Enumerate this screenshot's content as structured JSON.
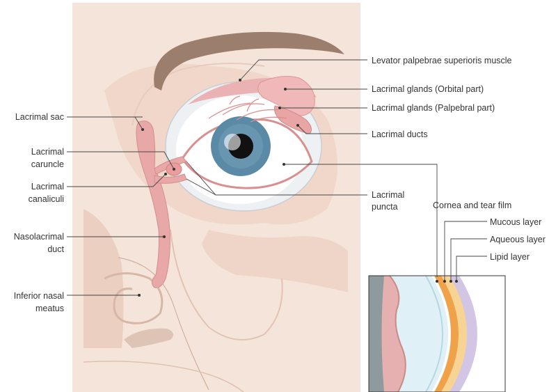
{
  "labels": {
    "levator": "Levator palpebrae superioris muscle",
    "orbital": "Lacrimal glands (Orbital part)",
    "palpebral": "Lacrimal glands (Palpebral part)",
    "ducts": "Lacrimal ducts",
    "puncta": [
      "Lacrimal",
      "puncta"
    ],
    "cornea": "Cornea and tear film",
    "mucous": "Mucous layer",
    "aqueous": "Aqueous layer",
    "lipid": "Lipid layer",
    "sac": "Lacrimal sac",
    "caruncle": [
      "Lacrimal",
      "caruncle"
    ],
    "canaliculi": [
      "Lacrimal",
      "canaliculi"
    ],
    "nasolacrimal": [
      "Nasolacrimal",
      "duct"
    ],
    "meatus": [
      "Inferior nasal",
      "meatus"
    ]
  },
  "colors": {
    "face": "#f5e4da",
    "face_shadow": "#eccfc1",
    "brow": "#9c7e6c",
    "lacrimal": "#e8a8a8",
    "iris": "#5b8aa6",
    "sclera": "#ffffff",
    "mucous_layer": "#f0a24b",
    "aqueous_layer": "#f7d394",
    "lipid_layer": "#d3c6e5"
  }
}
